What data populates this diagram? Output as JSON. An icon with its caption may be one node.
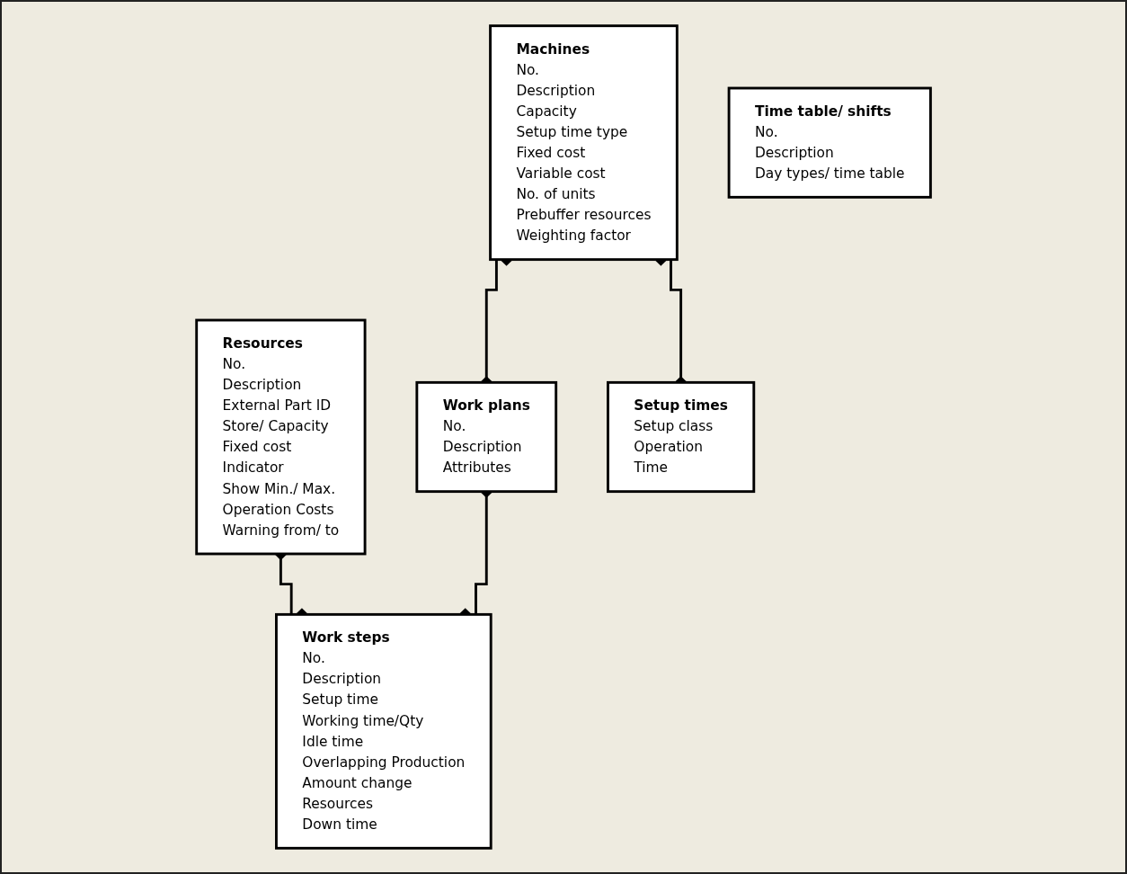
{
  "diagram": {
    "nodes": [
      {
        "text": [
          "Machines",
          "No.",
          "Description",
          "Capacity",
          "Setup time type",
          "Fixed cost",
          "Variable cost",
          "No. of units",
          "Prebuffer resources",
          "Weighting  factor"
        ]
      },
      {
        "text": [
          "Resources",
          "No.",
          "Description",
          "External Part ID",
          "Store/ Capacity",
          "Fixed cost",
          "Indicator",
          "Show Min./ Max.",
          "Operation Costs",
          "Warning from/ to"
        ]
      },
      {
        "text": [
          "Work plans",
          "No.",
          "Description",
          "Attributes"
        ]
      },
      {
        "text": [
          "Work steps",
          "No.",
          "Description",
          "Setup time",
          "Working time/Qty",
          "Idle time",
          "Overlapping Production",
          "Amount change",
          "Resources",
          "Down time"
        ]
      },
      {
        "text": [
          "Setup times",
          "Setup class",
          "Operation",
          "Time"
        ]
      },
      {
        "text": [
          "Time table/ shifts",
          "No.",
          "Description",
          "Day types/ time table"
        ]
      }
    ],
    "edges": [
      {
        "from": 0,
        "to": 2,
        "arrow": "other"
      },
      {
        "from": 0,
        "to": 4,
        "arrow": "other"
      },
      {
        "from": 1,
        "to": 3,
        "arrow": "other"
      },
      {
        "from": 2,
        "to": 3,
        "arrow": "other"
      }
    ]
  }
}
